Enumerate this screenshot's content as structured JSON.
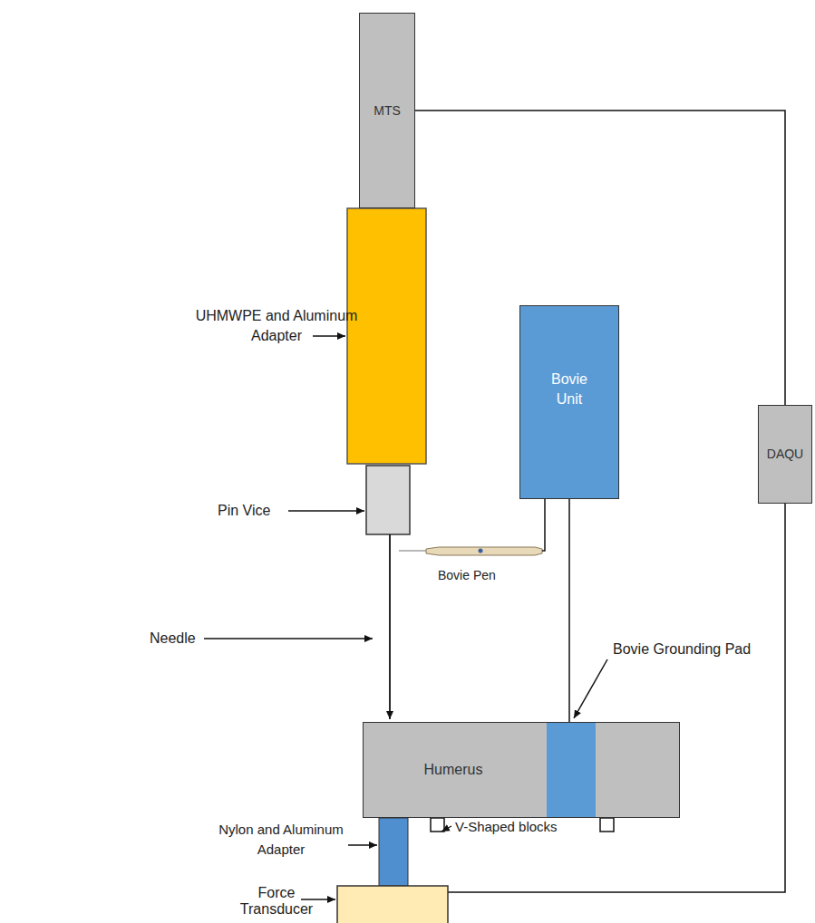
{
  "diagram": {
    "nodes": [
      {
        "text": [
          "MTS"
        ]
      },
      {
        "text": [
          "Bovie Unit"
        ]
      },
      {
        "text": [
          "DAQU"
        ]
      },
      {
        "text": [
          "Humerus"
        ]
      }
    ],
    "edges": [
      {
        "from": 0,
        "to": 2,
        "arrow": "none"
      }
    ],
    "labels": [
      "UHMWPE and Aluminum Adapter",
      "Pin Vice",
      "Needle",
      "Bovie Pen",
      "Bovie Grounding Pad",
      "V-Shaped blocks",
      "Nylon and Aluminum Adapter",
      "Force Transducer"
    ]
  }
}
